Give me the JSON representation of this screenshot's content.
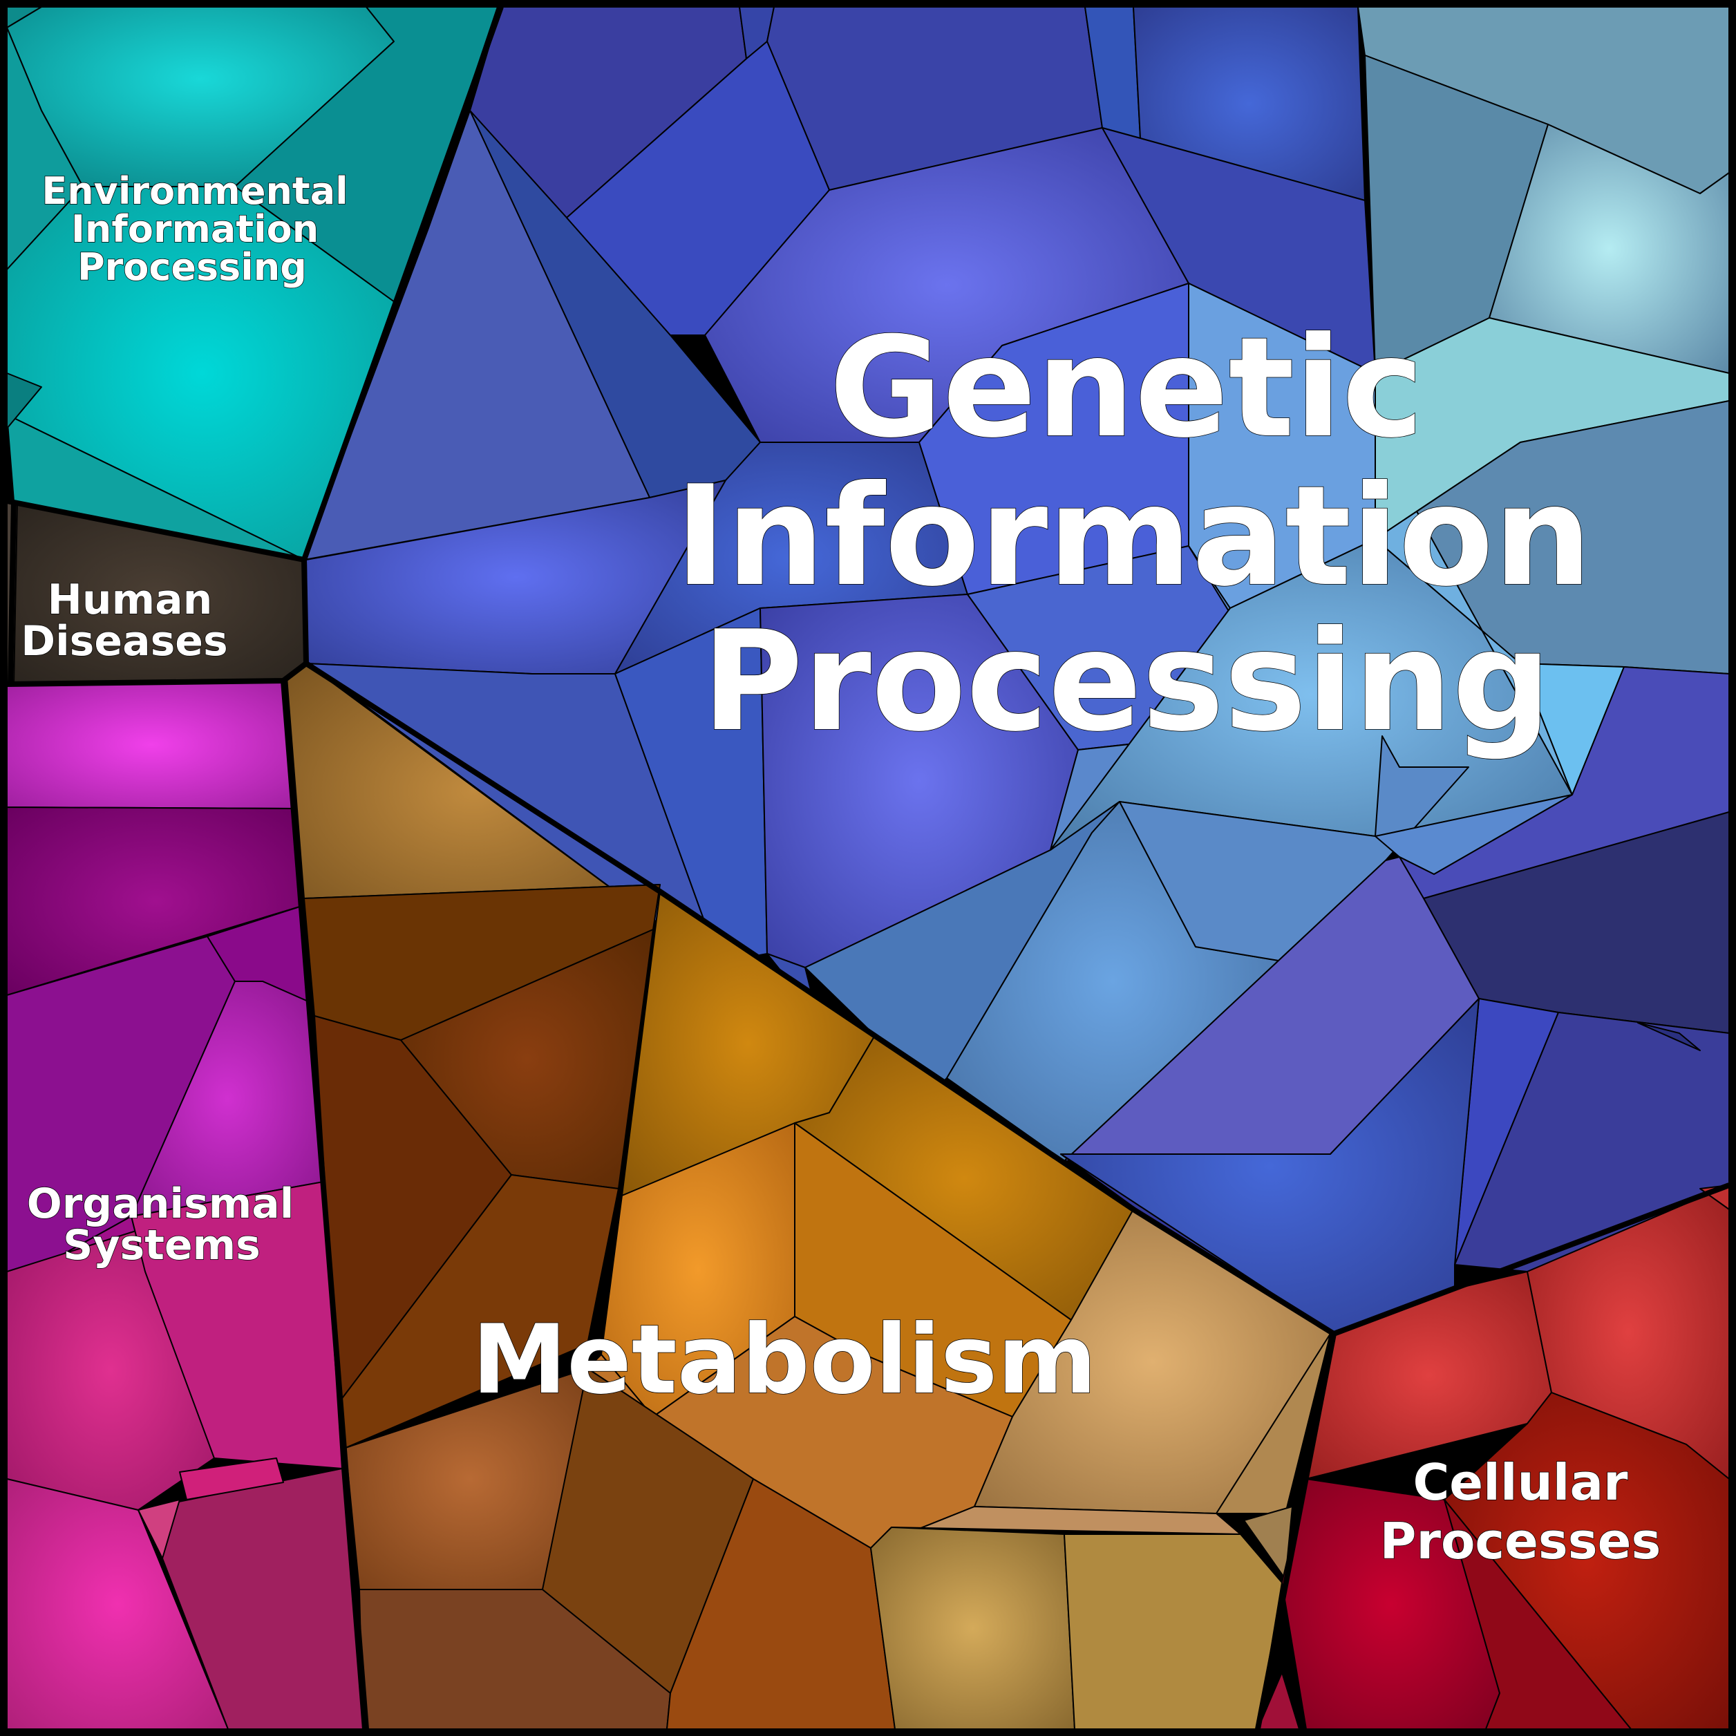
{
  "labels": {
    "genetic": [
      "Genetic",
      "Information",
      "Processing"
    ],
    "metabolism": "Metabolism",
    "cellular": [
      "Cellular",
      "Processes"
    ],
    "environmental": [
      "Environmental",
      "Information",
      "Processing"
    ],
    "human": [
      "Human",
      "Diseases"
    ],
    "organismal": [
      "Organismal",
      "Systems"
    ]
  },
  "colors": {
    "genetic": "#3f4fbf",
    "genetic_light": "#6ea9dd",
    "metabolism": "#b86a1c",
    "metabolism_tan": "#c8a060",
    "cellular": "#b01830",
    "environmental": "#10a8a8",
    "human": "#3a3028",
    "organismal": "#c0208f"
  }
}
